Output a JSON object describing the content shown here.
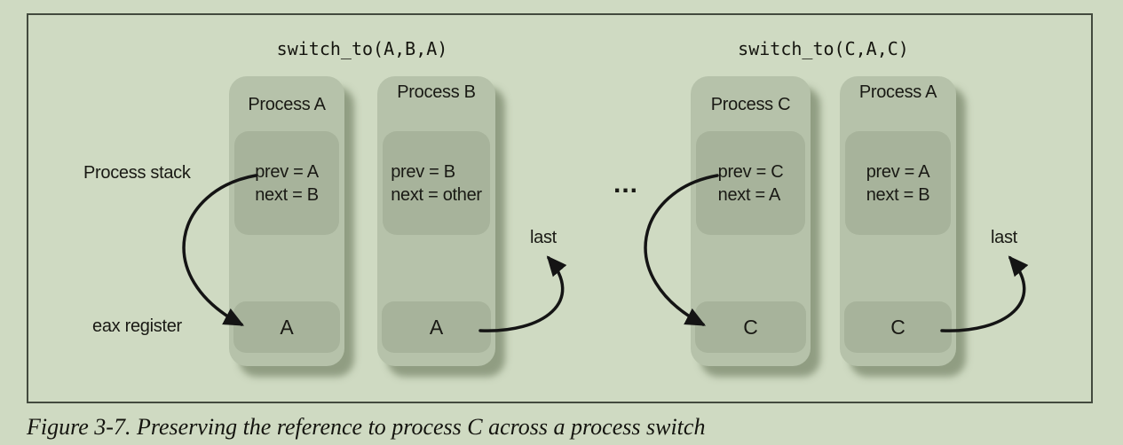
{
  "figure": {
    "groups": [
      {
        "title": "switch_to(A,B,A)",
        "cards": [
          {
            "label": "Process A",
            "prev": "prev = A",
            "next": "next = B",
            "value": "A"
          },
          {
            "label": "Process B",
            "prev": "prev = B",
            "next": "next = other",
            "value": "A"
          }
        ]
      },
      {
        "title": "switch_to(C,A,C)",
        "cards": [
          {
            "label": "Process C",
            "prev": "prev = C",
            "next": "next = A",
            "value": "C"
          },
          {
            "label": "Process A",
            "prev": "prev = A",
            "next": "next = B",
            "value": "C"
          }
        ]
      }
    ],
    "annotations": {
      "process_stack": "Process stack",
      "eax_register": "eax register",
      "last_left": "last",
      "last_right": "last",
      "ellipsis": "..."
    },
    "caption": "Figure 3-7. Preserving the reference to process C across a process switch",
    "colors": {
      "background": "#cfdac2",
      "card": "#b6c2aa",
      "inner_box": "#a7b39b",
      "shadow": "#8d9c82",
      "frame_border": "#434a3e",
      "arrow": "#141414",
      "text": "#191914"
    }
  }
}
